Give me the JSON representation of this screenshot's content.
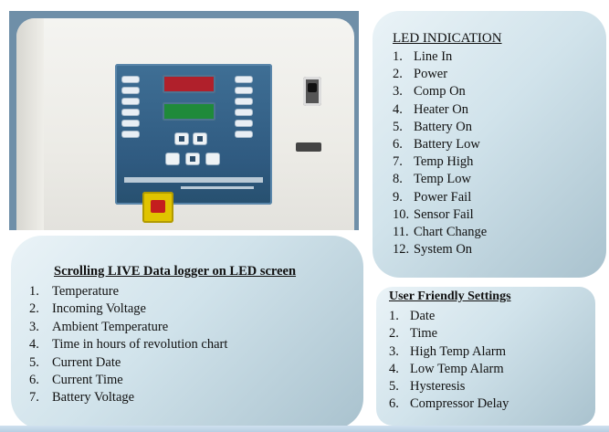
{
  "led_indication": {
    "title": "LED INDICATION",
    "items": [
      {
        "num": "1.",
        "label": "Line In"
      },
      {
        "num": "2.",
        "label": "Power"
      },
      {
        "num": "3.",
        "label": "Comp On"
      },
      {
        "num": "4.",
        "label": "Heater On"
      },
      {
        "num": "5.",
        "label": "Battery On"
      },
      {
        "num": "6.",
        "label": "Battery Low"
      },
      {
        "num": "7.",
        "label": "Temp High"
      },
      {
        "num": "8.",
        "label": "Temp Low"
      },
      {
        "num": "9.",
        "label": "Power Fail"
      },
      {
        "num": "10.",
        "label": "Sensor Fail"
      },
      {
        "num": "11.",
        "label": "Chart Change"
      },
      {
        "num": "12.",
        "label": "System On"
      }
    ]
  },
  "data_logger": {
    "title": "Scrolling LIVE Data logger on LED screen",
    "items": [
      {
        "num": "1.",
        "label": "Temperature"
      },
      {
        "num": "2.",
        "label": "Incoming Voltage"
      },
      {
        "num": "3.",
        "label": "Ambient Temperature"
      },
      {
        "num": "4.",
        "label": "Time in hours of revolution chart"
      },
      {
        "num": "5.",
        "label": "Current Date"
      },
      {
        "num": "6.",
        "label": "Current Time"
      },
      {
        "num": "7.",
        "label": "Battery Voltage"
      }
    ]
  },
  "settings": {
    "title": "User Friendly Settings",
    "items": [
      {
        "num": "1.",
        "label": "Date"
      },
      {
        "num": "2.",
        "label": "Time"
      },
      {
        "num": "3.",
        "label": "High Temp Alarm"
      },
      {
        "num": "4.",
        "label": "Low Temp Alarm"
      },
      {
        "num": "5.",
        "label": "Hysteresis"
      },
      {
        "num": "6.",
        "label": "Compressor Delay"
      }
    ]
  },
  "colors": {
    "panel_blue": "#2f5a80",
    "display_red": "#b0202b",
    "display_green": "#1f8a3a",
    "switch_yellow": "#e0c400",
    "box_light": "#eaf3f7",
    "box_dark": "#a9c2ce"
  }
}
